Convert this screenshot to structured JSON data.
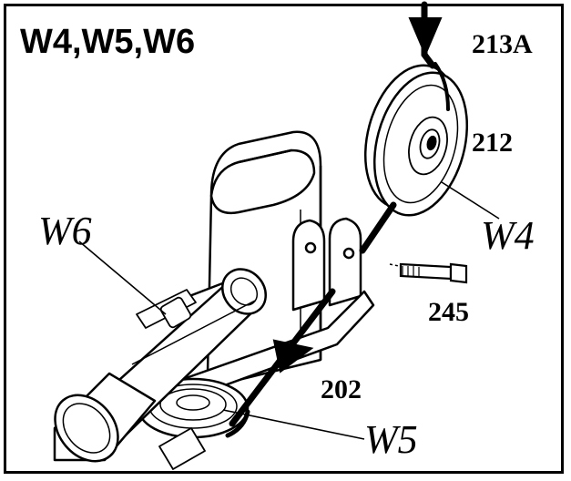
{
  "title": "W4,W5,W6",
  "labels": {
    "part_213a": "213A",
    "part_212": "212",
    "part_245": "245",
    "part_202": "202",
    "callout_w4": "W4",
    "callout_w5": "W5",
    "callout_w6": "W6"
  },
  "colors": {
    "ink": "#000000",
    "paper": "#ffffff",
    "shade": "#e6e6e6"
  }
}
